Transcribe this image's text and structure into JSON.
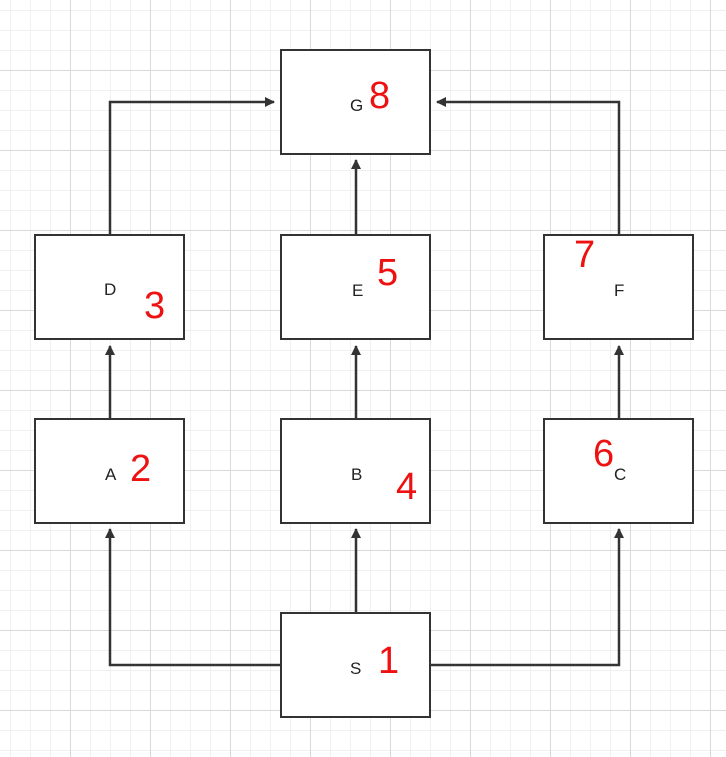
{
  "colors": {
    "edge": "#333333",
    "order_number": "#ee1111"
  },
  "nodes": {
    "G": {
      "label": "G",
      "order": "8"
    },
    "D": {
      "label": "D",
      "order": "3"
    },
    "E": {
      "label": "E",
      "order": "5"
    },
    "F": {
      "label": "F",
      "order": "7"
    },
    "A": {
      "label": "A",
      "order": "2"
    },
    "B": {
      "label": "B",
      "order": "4"
    },
    "C": {
      "label": "C",
      "order": "6"
    },
    "S": {
      "label": "S",
      "order": "1"
    }
  },
  "edges": [
    {
      "from": "S",
      "to": "A"
    },
    {
      "from": "S",
      "to": "B"
    },
    {
      "from": "S",
      "to": "C"
    },
    {
      "from": "A",
      "to": "D"
    },
    {
      "from": "B",
      "to": "E"
    },
    {
      "from": "C",
      "to": "F"
    },
    {
      "from": "D",
      "to": "G"
    },
    {
      "from": "E",
      "to": "G"
    },
    {
      "from": "F",
      "to": "G"
    }
  ]
}
